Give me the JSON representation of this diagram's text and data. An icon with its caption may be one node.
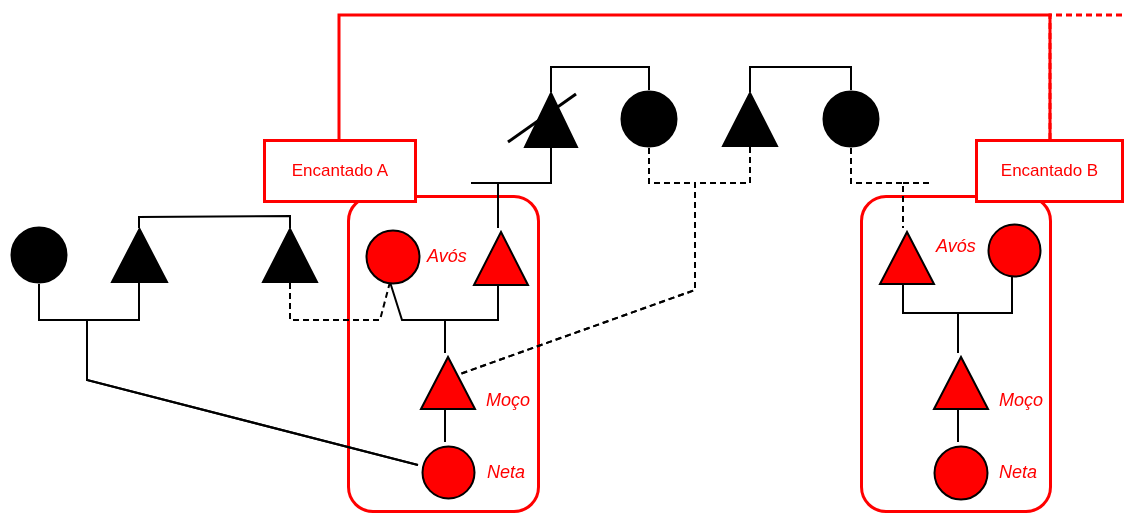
{
  "diagram": {
    "nodes": [
      {
        "text": [
          "Encantado A"
        ]
      },
      {
        "text": [
          "Encantado B"
        ]
      },
      {
        "text": [],
        "shape": "box"
      },
      {
        "text": [],
        "shape": "box"
      },
      {
        "text": [],
        "shape": "triangle"
      },
      {
        "text": [],
        "shape": "circle"
      },
      {
        "text": [],
        "shape": "triangle"
      },
      {
        "text": [],
        "shape": "circle"
      },
      {
        "text": [],
        "shape": "circle"
      },
      {
        "text": [],
        "shape": "triangle"
      },
      {
        "text": [],
        "shape": "triangle"
      },
      {
        "text": [],
        "shape": "circle",
        "in": 2,
        "beside": [
          "Avós"
        ]
      },
      {
        "text": [],
        "shape": "triangle",
        "in": 2
      },
      {
        "text": [],
        "shape": "triangle",
        "in": 2,
        "beside": [
          "Moço"
        ]
      },
      {
        "text": [],
        "shape": "circle",
        "in": 2,
        "beside": [
          "Neta"
        ]
      },
      {
        "text": [],
        "shape": "triangle",
        "in": 3,
        "beside": [
          "Avós"
        ]
      },
      {
        "text": [],
        "shape": "circle",
        "in": 3
      },
      {
        "text": [],
        "shape": "triangle",
        "in": 3,
        "beside": [
          "Moço"
        ]
      },
      {
        "text": [],
        "shape": "circle",
        "in": 3,
        "beside": [
          "Neta"
        ]
      }
    ],
    "edges": [
      {
        "from": 4,
        "to": 5,
        "arrow": "none"
      },
      {
        "from": 6,
        "to": 7,
        "arrow": "none"
      },
      {
        "from": 9,
        "to": 10,
        "arrow": "none"
      },
      {
        "from": 8,
        "to": 14,
        "arrow": "none"
      },
      {
        "from": 9,
        "to": 14,
        "arrow": "none"
      },
      {
        "from": 10,
        "to": 11,
        "arrow": "none",
        "style": "dashed"
      },
      {
        "from": 11,
        "to": 13,
        "arrow": "none"
      },
      {
        "from": 12,
        "to": 13,
        "arrow": "none"
      },
      {
        "from": 13,
        "to": 14,
        "arrow": "none"
      },
      {
        "from": 4,
        "to": 12,
        "arrow": "none"
      },
      {
        "from": 5,
        "to": 13,
        "arrow": "none",
        "style": "dashed"
      },
      {
        "from": 6,
        "to": 13,
        "arrow": "none",
        "style": "dashed"
      },
      {
        "from": 7,
        "to": 15,
        "arrow": "none",
        "style": "dashed"
      },
      {
        "from": 15,
        "to": 17,
        "arrow": "none"
      },
      {
        "from": 16,
        "to": 17,
        "arrow": "none"
      },
      {
        "from": 17,
        "to": 18,
        "arrow": "none"
      },
      {
        "from": 0,
        "to": 1,
        "arrow": "none",
        "color": "#ff0000"
      },
      {
        "from": 1,
        "to": null,
        "arrow": "none",
        "style": "dashed",
        "color": "#ff0000"
      }
    ]
  }
}
